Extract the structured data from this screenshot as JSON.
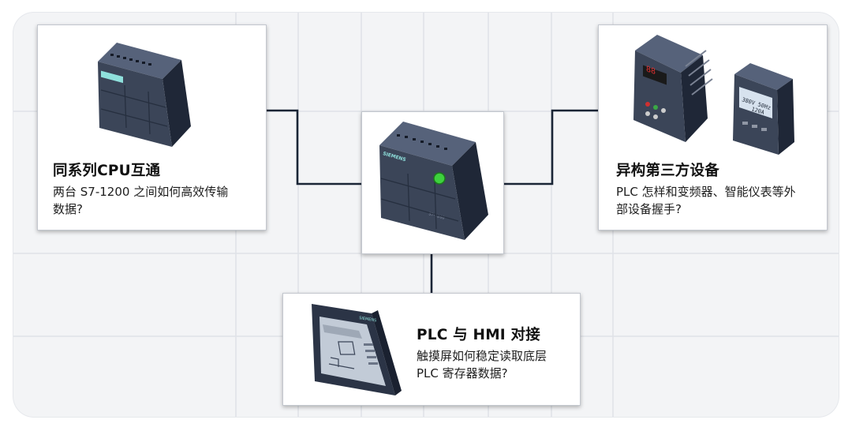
{
  "cards": {
    "cpu_link": {
      "title": "同系列CPU互通",
      "desc_line1": "两台 S7-1200 之间如何高效传输",
      "desc_line2": "数据?"
    },
    "third_party": {
      "title": "异构第三方设备",
      "desc_line1": "PLC 怎样和变频器、智能仪表等外",
      "desc_line2": "部设备握手?"
    },
    "hmi": {
      "title": "PLC 与 HMI 对接",
      "desc_line1": "触摸屏如何稳定读取底层",
      "desc_line2": "PLC 寄存器数据?"
    }
  },
  "illustrations": {
    "plc_brand": "SIEMENS",
    "plc_model": "S7-1200",
    "hmi_brand": "SIEMENS",
    "meter_line1": "380V 50Hz",
    "meter_line2": "120A",
    "drive_display": "88"
  },
  "colors": {
    "plc_body": "#3b4558",
    "plc_dark": "#262f3f",
    "connector": "#1a2536",
    "status_led": "#3ed13e",
    "drive_display": "#c8201f"
  }
}
